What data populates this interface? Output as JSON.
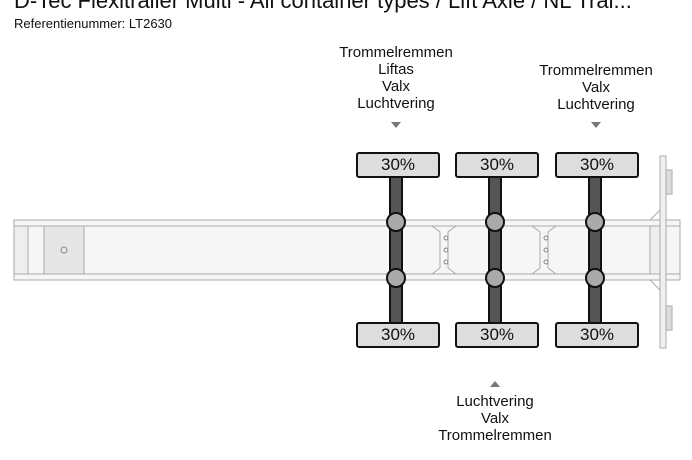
{
  "header": {
    "title": "D-Tec Flexitrailer Multi - All container types / Lift Axle / NL Trai...",
    "reference": "Referentienummer: LT2630"
  },
  "axles": [
    {
      "top_labels": [
        "Trommelremmen",
        "Liftas",
        "Valx",
        "Luchtvering"
      ],
      "top_tire": "30%",
      "bottom_tire": "30%",
      "bottom_labels": []
    },
    {
      "top_labels": [],
      "top_tire": "30%",
      "bottom_tire": "30%",
      "bottom_labels": [
        "Luchtvering",
        "Valx",
        "Trommelremmen"
      ]
    },
    {
      "top_labels": [
        "Trommelremmen",
        "Valx",
        "Luchtvering"
      ],
      "top_tire": "30%",
      "bottom_tire": "30%",
      "bottom_labels": []
    }
  ]
}
